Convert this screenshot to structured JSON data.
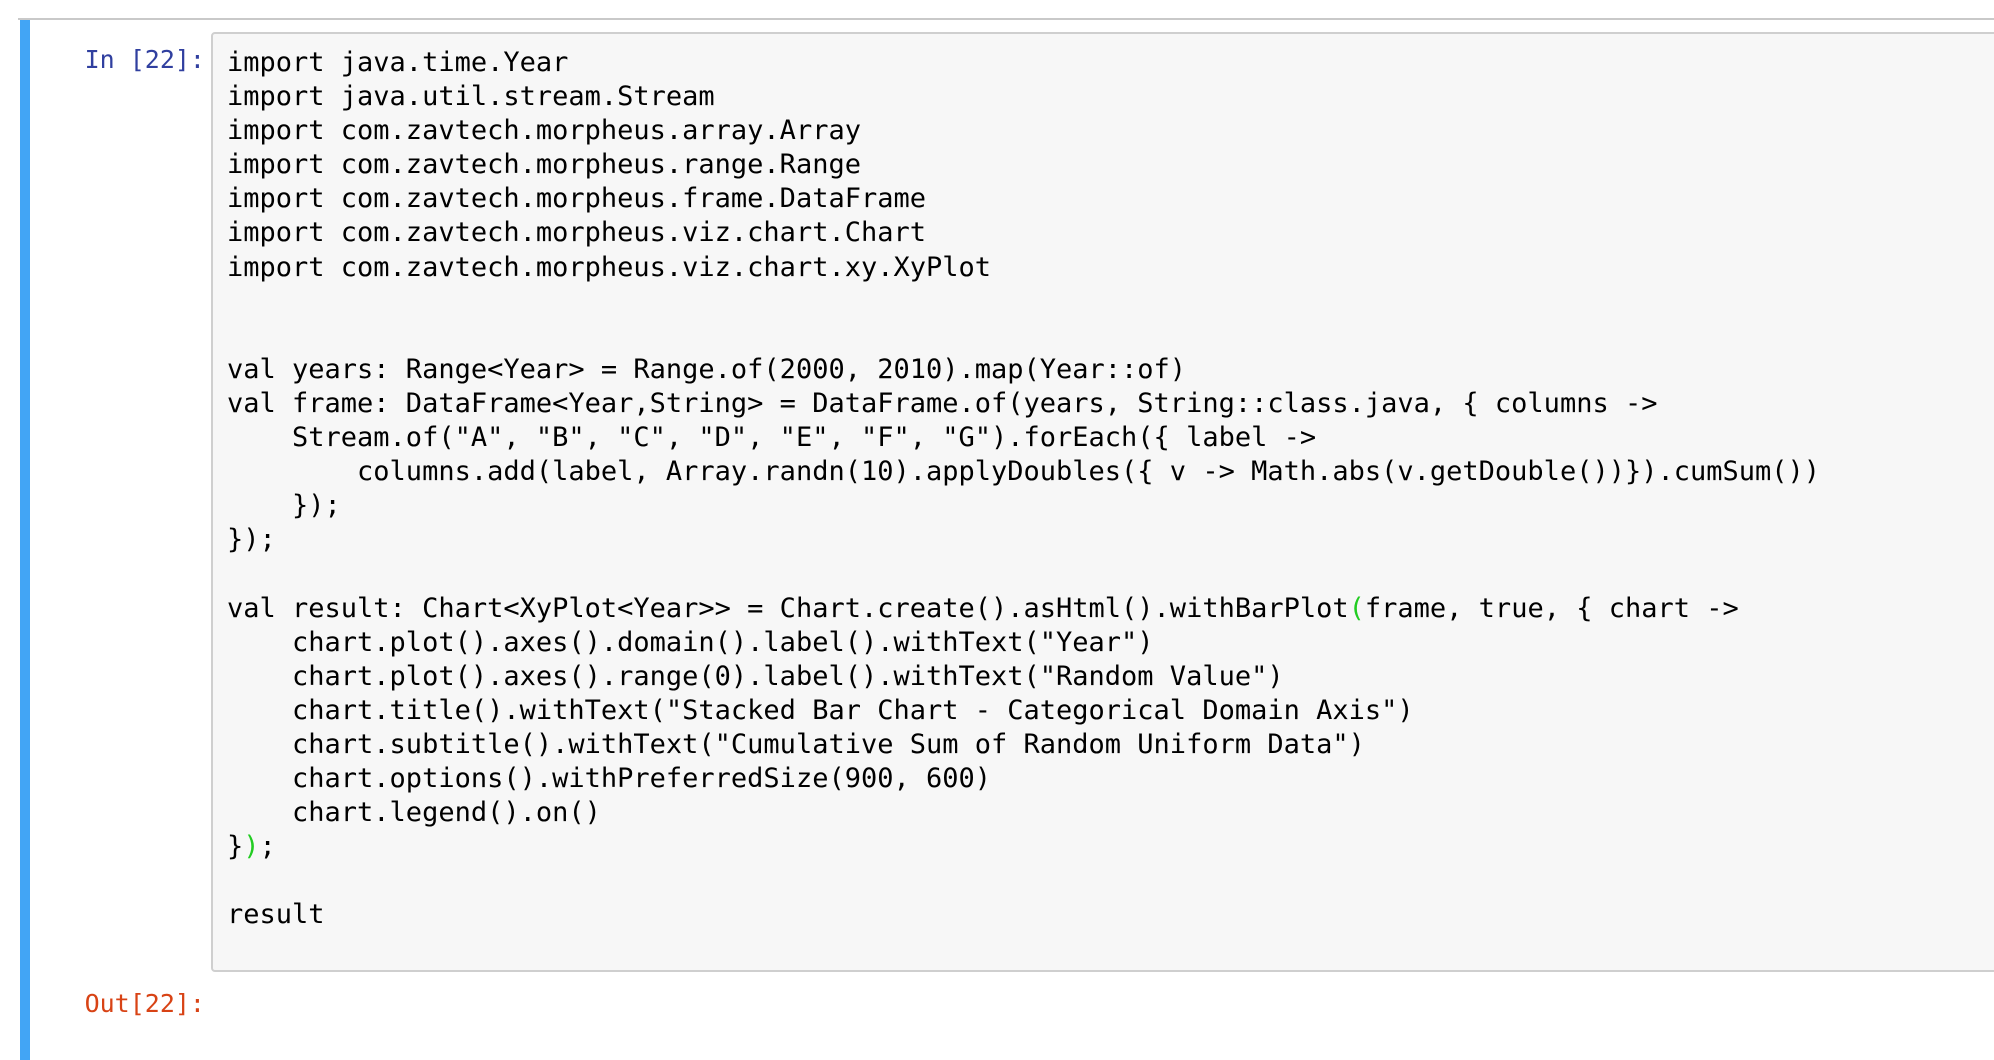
{
  "cell": {
    "input_prompt": "In [22]:",
    "output_prompt": "Out[22]:",
    "accent_color": "#42a5f5",
    "bracket_match_color": "#22cc22"
  },
  "code": {
    "lines": [
      "import java.time.Year",
      "import java.util.stream.Stream",
      "import com.zavtech.morpheus.array.Array",
      "import com.zavtech.morpheus.range.Range",
      "import com.zavtech.morpheus.frame.DataFrame",
      "import com.zavtech.morpheus.viz.chart.Chart",
      "import com.zavtech.morpheus.viz.chart.xy.XyPlot",
      "",
      "",
      "val years: Range<Year> = Range.of(2000, 2010).map(Year::of)",
      "val frame: DataFrame<Year,String> = DataFrame.of(years, String::class.java, { columns ->",
      "    Stream.of(\"A\", \"B\", \"C\", \"D\", \"E\", \"F\", \"G\").forEach({ label ->",
      "        columns.add(label, Array.randn(10).applyDoubles({ v -> Math.abs(v.getDouble())}).cumSum())",
      "    });",
      "});",
      "",
      "val result: Chart<XyPlot<Year>> = Chart.create().asHtml().withBarPlot(frame, true, { chart ->",
      "    chart.plot().axes().domain().label().withText(\"Year\")",
      "    chart.plot().axes().range(0).label().withText(\"Random Value\")",
      "    chart.title().withText(\"Stacked Bar Chart - Categorical Domain Axis\")",
      "    chart.subtitle().withText(\"Cumulative Sum of Random Uniform Data\")",
      "    chart.options().withPreferredSize(900, 600)",
      "    chart.legend().on()",
      "});",
      "",
      "result"
    ],
    "highlighted_open_line": 16,
    "highlighted_open_prefix": "val result: Chart<XyPlot<Year>> = Chart.create().asHtml().withBarPlot",
    "highlighted_close_line": 23
  }
}
